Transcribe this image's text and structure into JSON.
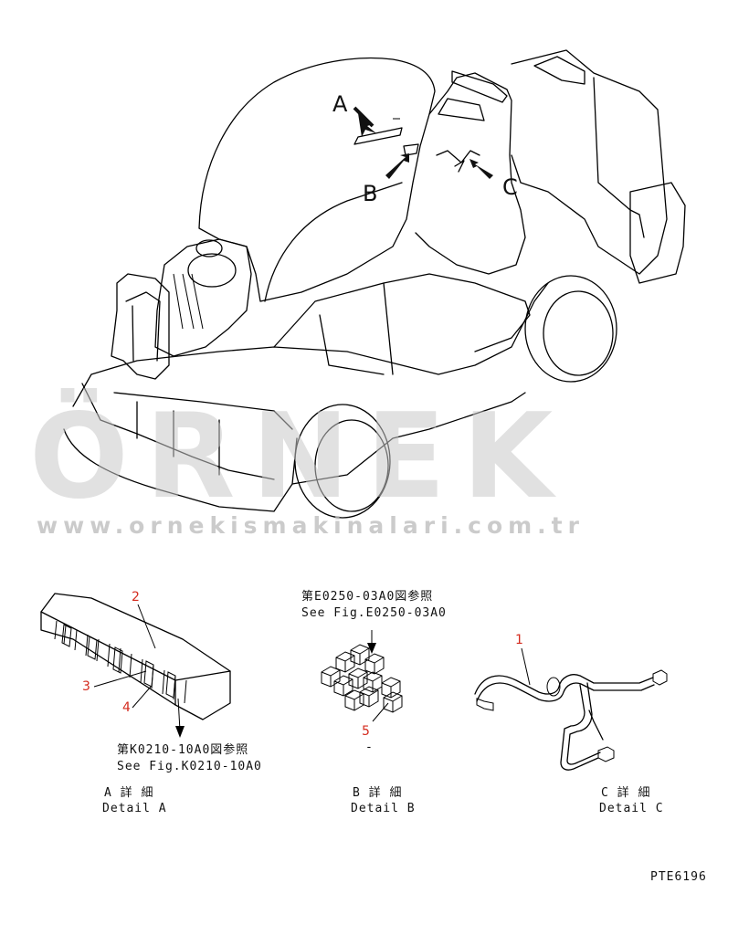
{
  "callouts": {
    "a": "A",
    "b": "B",
    "c": "C"
  },
  "watermark": {
    "brand": "ÖRNEK",
    "url": "www.ornekismakinalari.com.tr"
  },
  "detail_a": {
    "items": [
      "2",
      "3",
      "4"
    ],
    "ref_jp": "第K0210-10A0図参照",
    "ref_en": "See Fig.K0210-10A0",
    "caption_jp": "A 詳 細",
    "caption_en": "Detail A"
  },
  "detail_b": {
    "ref_jp": "第E0250-03A0図参照",
    "ref_en": "See Fig.E0250-03A0",
    "item": "5",
    "mark": "-",
    "caption_jp": "B 詳 細",
    "caption_en": "Detail B"
  },
  "detail_c": {
    "item": "1",
    "caption_jp": "C 詳 細",
    "caption_en": "Detail C"
  },
  "drawing_code": "PTE6196"
}
